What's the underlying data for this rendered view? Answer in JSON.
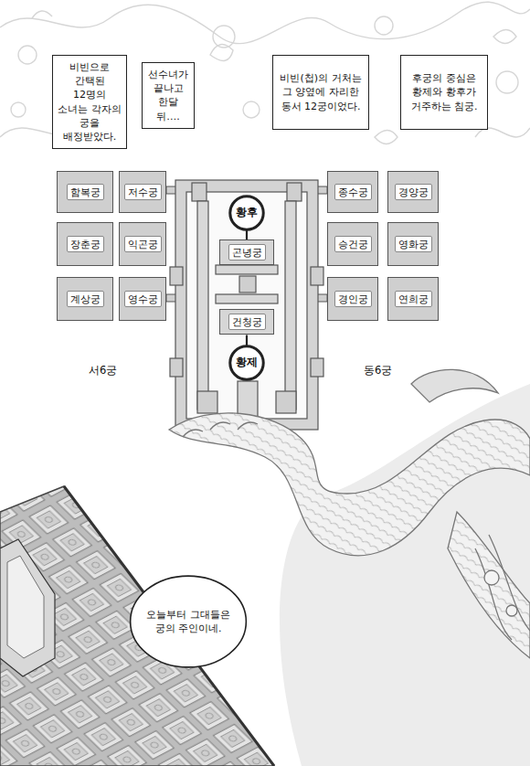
{
  "diagram": {
    "nodes": [
      {
        "text": [
          "비빈으로 간택된 12명의 소녀는 각자의 궁을 배정받았다."
        ]
      },
      {
        "text": [
          "선수녀가 끝나고 한달 뒤…."
        ]
      },
      {
        "text": [
          "비빈(첩)의 거처는 그 양옆에 자리한 동서 12궁이었다."
        ]
      },
      {
        "text": [
          "후궁의 중심은 황제와 황후가 거주하는 침궁."
        ]
      },
      {
        "text": [
          "함복궁"
        ]
      },
      {
        "text": [
          "저수궁"
        ]
      },
      {
        "text": [
          "장춘궁"
        ]
      },
      {
        "text": [
          "익곤궁"
        ]
      },
      {
        "text": [
          "계상궁"
        ]
      },
      {
        "text": [
          "영수궁"
        ]
      },
      {
        "text": [
          "황후"
        ]
      },
      {
        "text": [
          "곤녕궁"
        ]
      },
      {
        "text": [
          "건청궁"
        ]
      },
      {
        "text": [
          "황제"
        ]
      },
      {
        "text": [
          "종수궁"
        ]
      },
      {
        "text": [
          "경양궁"
        ]
      },
      {
        "text": [
          "승건궁"
        ]
      },
      {
        "text": [
          "영화궁"
        ]
      },
      {
        "text": [
          "경인궁"
        ]
      },
      {
        "text": [
          "연희궁"
        ]
      },
      {
        "text": [
          "오늘부터 그대들은 궁의 주인이네."
        ]
      }
    ],
    "edges": [
      {
        "from": 10,
        "to": 11,
        "arrow": "none"
      },
      {
        "from": 13,
        "to": 12,
        "arrow": "none"
      }
    ],
    "labels": [
      "서6궁",
      "동6궁"
    ]
  }
}
